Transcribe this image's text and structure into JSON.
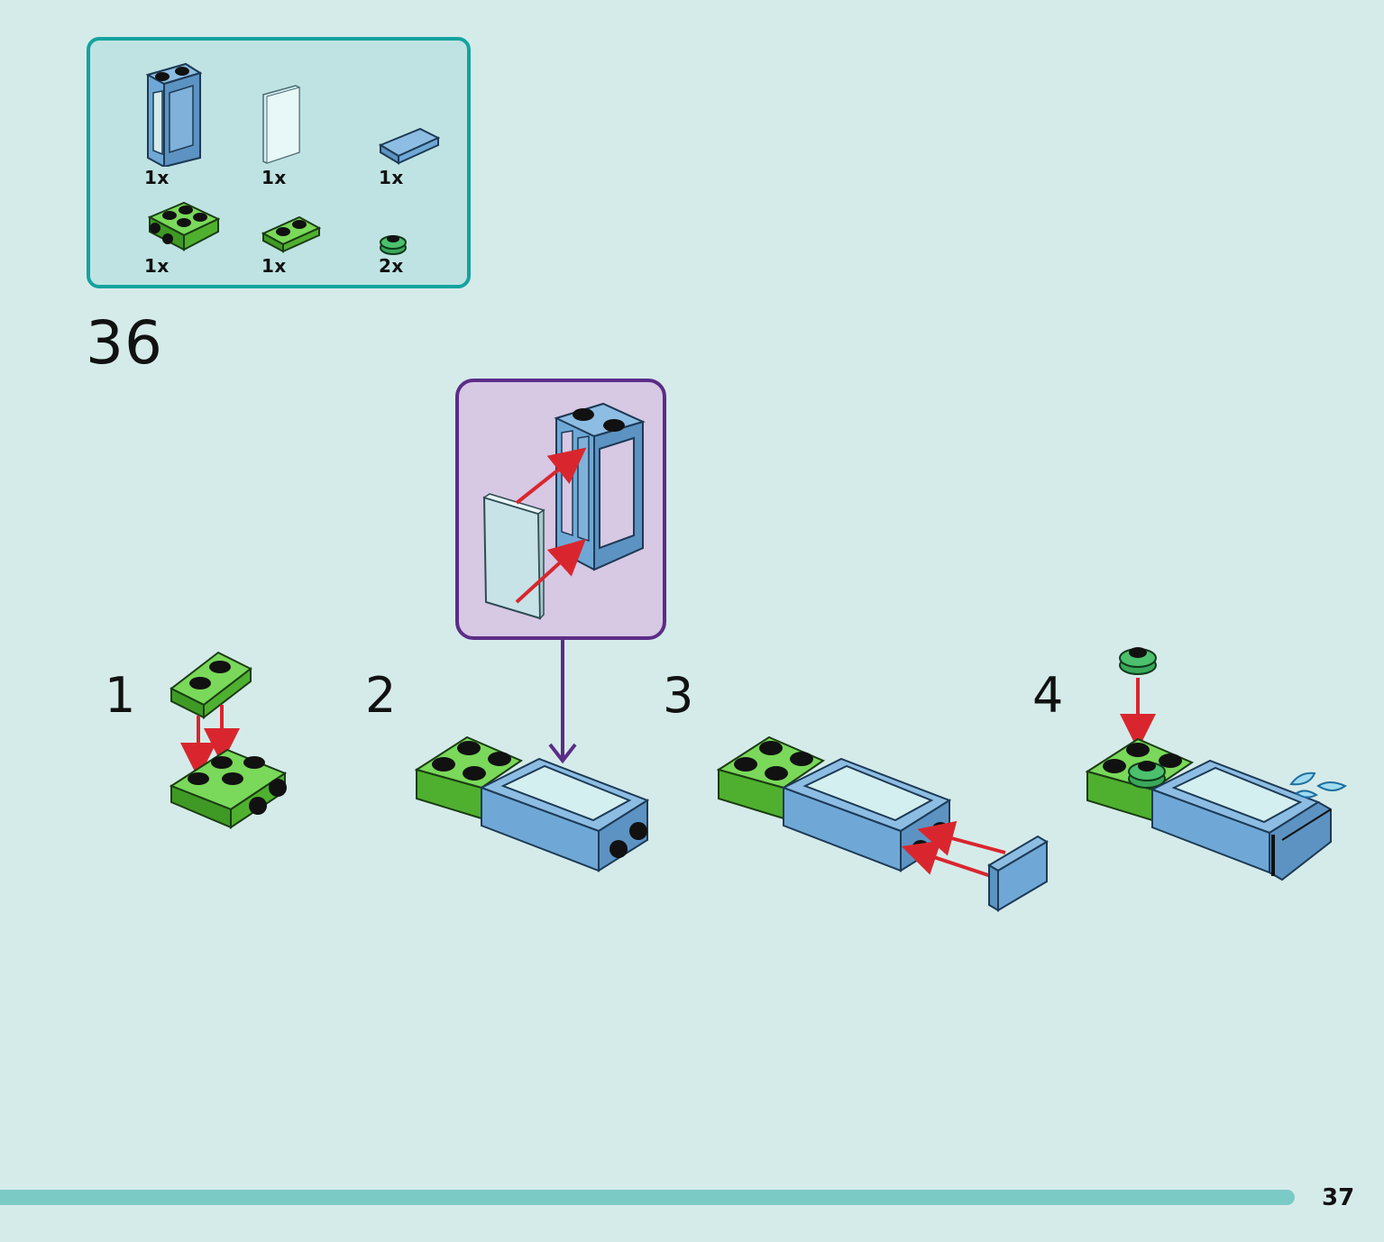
{
  "parts_list": {
    "items": [
      {
        "name": "frame-1x2x3",
        "qty": "1x",
        "color": "#6fa8d6"
      },
      {
        "name": "glass-pane",
        "qty": "1x",
        "color": "#d4efef"
      },
      {
        "name": "tile-1x2",
        "qty": "1x",
        "color": "#6fa8d6"
      },
      {
        "name": "bracket-plate-2x2",
        "qty": "1x",
        "color": "#5ecb3e"
      },
      {
        "name": "plate-1x2",
        "qty": "1x",
        "color": "#5ecb3e"
      },
      {
        "name": "round-plate-1x1",
        "qty": "2x",
        "color": "#3aa85a"
      }
    ]
  },
  "step": {
    "number": "36"
  },
  "sub_steps": [
    "1",
    "2",
    "3",
    "4"
  ],
  "colors": {
    "background": "#d5ebea",
    "parts_border": "#14a39e",
    "callout_border": "#5b2d87",
    "callout_fill": "#d7c8e4",
    "arrow_red": "#d9262e",
    "brick_green": "#5ecb3e",
    "brick_blue": "#6fa8d6",
    "progress": "#7ccac6"
  },
  "progress": {
    "fraction": 0.935
  },
  "page": {
    "number": "37"
  }
}
